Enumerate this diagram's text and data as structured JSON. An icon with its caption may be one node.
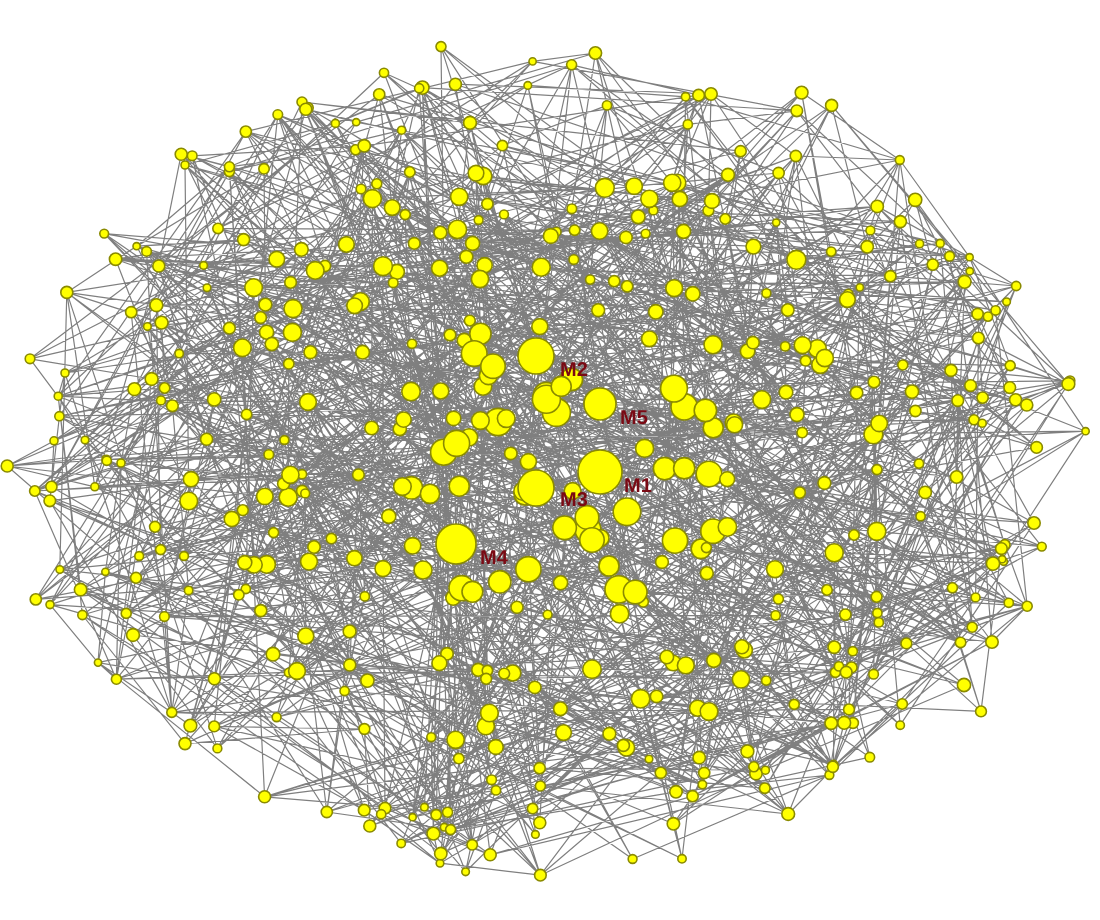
{
  "diagram": {
    "labels": [
      "M2",
      "M5",
      "M1",
      "M3",
      "M4"
    ]
  }
}
